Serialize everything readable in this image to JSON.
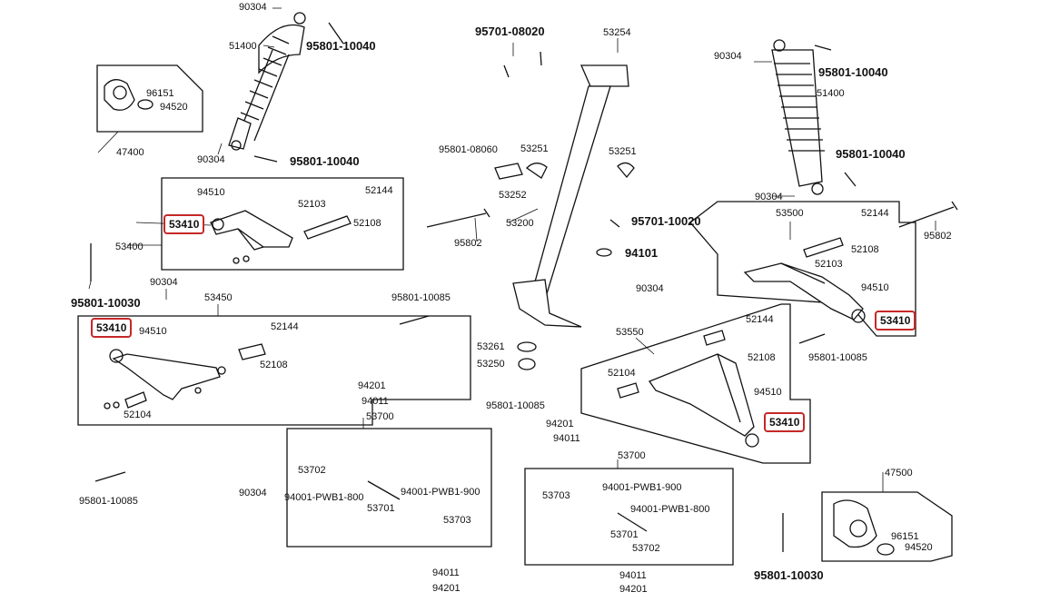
{
  "labels": [
    {
      "id": "l1",
      "text": "90304"
    },
    {
      "id": "l2",
      "text": "51400"
    },
    {
      "id": "l3",
      "text": "95801-10040"
    },
    {
      "id": "l4",
      "text": "96151"
    },
    {
      "id": "l5",
      "text": "94520"
    },
    {
      "id": "l6",
      "text": "47400"
    },
    {
      "id": "l7",
      "text": "90304"
    },
    {
      "id": "l8",
      "text": "95801-10040"
    },
    {
      "id": "l9",
      "text": "94510"
    },
    {
      "id": "l10",
      "text": "53410"
    },
    {
      "id": "l11",
      "text": "52103"
    },
    {
      "id": "l12",
      "text": "52144"
    },
    {
      "id": "l13",
      "text": "52108"
    },
    {
      "id": "l14",
      "text": "53400"
    },
    {
      "id": "l15",
      "text": "95801-10030"
    },
    {
      "id": "l16",
      "text": "90304"
    },
    {
      "id": "l17",
      "text": "53450"
    },
    {
      "id": "l18",
      "text": "53410"
    },
    {
      "id": "l19",
      "text": "94510"
    },
    {
      "id": "l20",
      "text": "52144"
    },
    {
      "id": "l21",
      "text": "52108"
    },
    {
      "id": "l22",
      "text": "52104"
    },
    {
      "id": "l23",
      "text": "95801-10085"
    },
    {
      "id": "l24",
      "text": "90304"
    },
    {
      "id": "l25",
      "text": "95701-08020"
    },
    {
      "id": "l26",
      "text": "53254"
    },
    {
      "id": "l27",
      "text": "95801-08060"
    },
    {
      "id": "l28",
      "text": "53251"
    },
    {
      "id": "l29",
      "text": "53252"
    },
    {
      "id": "l30",
      "text": "53251"
    },
    {
      "id": "l31",
      "text": "53200"
    },
    {
      "id": "l32",
      "text": "95802"
    },
    {
      "id": "l33",
      "text": "95701-10020"
    },
    {
      "id": "l34",
      "text": "94101"
    },
    {
      "id": "l35",
      "text": "95801-10085"
    },
    {
      "id": "l36",
      "text": "90304"
    },
    {
      "id": "l37",
      "text": "53261"
    },
    {
      "id": "l38",
      "text": "53250"
    },
    {
      "id": "l39",
      "text": "95801-10085"
    },
    {
      "id": "l40",
      "text": "94201"
    },
    {
      "id": "l41",
      "text": "94011"
    },
    {
      "id": "l42",
      "text": "53700"
    },
    {
      "id": "l43",
      "text": "53702"
    },
    {
      "id": "l44",
      "text": "94001-PWB1-800"
    },
    {
      "id": "l45",
      "text": "94001-PWB1-900"
    },
    {
      "id": "l46",
      "text": "53701"
    },
    {
      "id": "l47",
      "text": "53703"
    },
    {
      "id": "l48",
      "text": "94011"
    },
    {
      "id": "l49",
      "text": "94201"
    },
    {
      "id": "l50",
      "text": "94201"
    },
    {
      "id": "l51",
      "text": "94011"
    },
    {
      "id": "l52",
      "text": "53700"
    },
    {
      "id": "l53",
      "text": "53703"
    },
    {
      "id": "l54",
      "text": "94001-PWB1-900"
    },
    {
      "id": "l55",
      "text": "94001-PWB1-800"
    },
    {
      "id": "l56",
      "text": "53701"
    },
    {
      "id": "l57",
      "text": "53702"
    },
    {
      "id": "l58",
      "text": "94011"
    },
    {
      "id": "l59",
      "text": "94201"
    },
    {
      "id": "l60",
      "text": "90304"
    },
    {
      "id": "l61",
      "text": "95801-10040"
    },
    {
      "id": "l62",
      "text": "51400"
    },
    {
      "id": "l63",
      "text": "95801-10040"
    },
    {
      "id": "l64",
      "text": "90304"
    },
    {
      "id": "l65",
      "text": "53500"
    },
    {
      "id": "l66",
      "text": "52144"
    },
    {
      "id": "l67",
      "text": "52108"
    },
    {
      "id": "l68",
      "text": "95802"
    },
    {
      "id": "l69",
      "text": "52103"
    },
    {
      "id": "l70",
      "text": "94510"
    },
    {
      "id": "l71",
      "text": "53410"
    },
    {
      "id": "l72",
      "text": "95801-10085"
    },
    {
      "id": "l73",
      "text": "53550"
    },
    {
      "id": "l74",
      "text": "52144"
    },
    {
      "id": "l75",
      "text": "52108"
    },
    {
      "id": "l76",
      "text": "52104"
    },
    {
      "id": "l77",
      "text": "94510"
    },
    {
      "id": "l78",
      "text": "53410"
    },
    {
      "id": "l79",
      "text": "47500"
    },
    {
      "id": "l80",
      "text": "96151"
    },
    {
      "id": "l81",
      "text": "94520"
    },
    {
      "id": "l82",
      "text": "95801-10030"
    }
  ],
  "highlight_color": "#c62828"
}
